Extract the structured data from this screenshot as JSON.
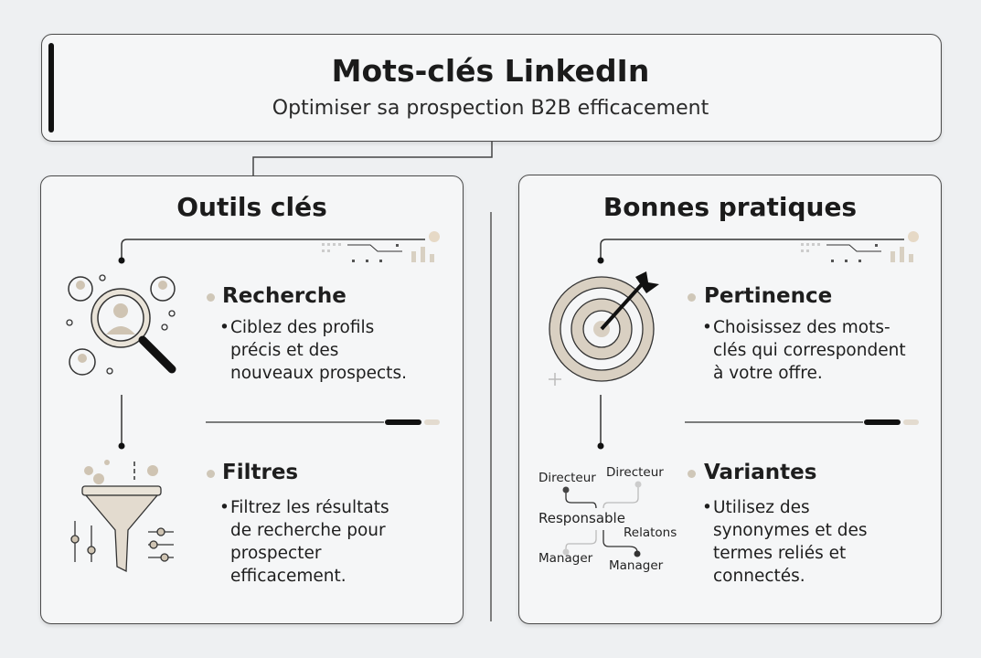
{
  "header": {
    "title": "Mots-clés LinkedIn",
    "subtitle": "Optimiser sa prospection B2B efficacement"
  },
  "left_panel": {
    "title": "Outils clés",
    "sections": [
      {
        "title": "Recherche",
        "lines": [
          "Ciblez des profils",
          "précis et des",
          "nouveaux prospects."
        ],
        "icon": "magnifier-people-icon"
      },
      {
        "title": "Filtres",
        "lines": [
          "Filtrez les résultats",
          "de recherche pour",
          "prospecter",
          "efficacement."
        ],
        "icon": "funnel-icon"
      }
    ]
  },
  "right_panel": {
    "title": "Bonnes pratiques",
    "sections": [
      {
        "title": "Pertinence",
        "lines": [
          "Choisissez des mots-",
          "clés qui correspondent",
          "à votre offre."
        ],
        "icon": "target-icon"
      },
      {
        "title": "Variantes",
        "lines": [
          "Utilisez des",
          "synonymes et des",
          "termes reliés et",
          "connectés."
        ],
        "icon": "word-map-icon"
      }
    ],
    "word_map": [
      "Directeur",
      "Directeur",
      "Responsable",
      "Relatons",
      "Manager",
      "Manager"
    ]
  },
  "colors": {
    "accent": "#cfc7b8",
    "dark": "#111111",
    "background": "#eef0f2"
  }
}
